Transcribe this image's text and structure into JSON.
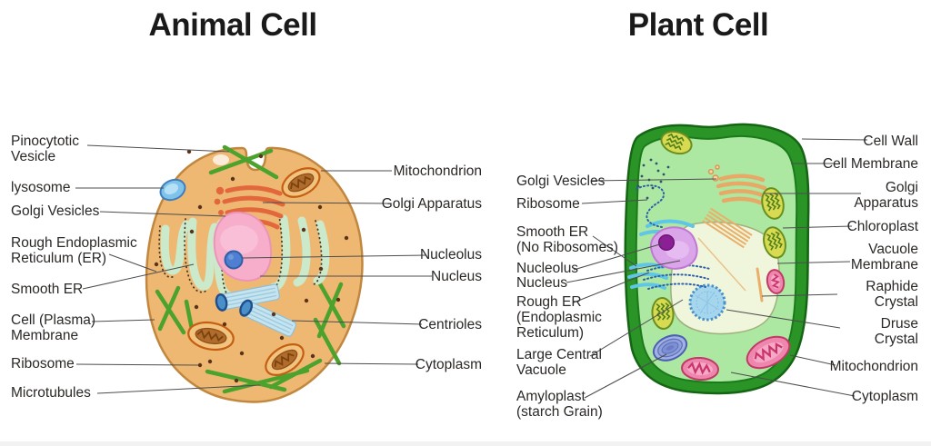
{
  "animal": {
    "title": "Animal Cell",
    "left_labels": [
      "Pinocytotic\nVesicle",
      "lysosome",
      "Golgi Vesicles",
      "Rough Endoplasmic\nReticulum (ER)",
      "Smooth ER",
      "Cell (Plasma)\nMembrane",
      "Ribosome",
      "Microtubules"
    ],
    "right_labels": [
      "Mitochondrion",
      "Golgi Apparatus",
      "Nucleolus",
      "Nucleus",
      "Centrioles",
      "Cytoplasm"
    ]
  },
  "plant": {
    "title": "Plant Cell",
    "left_labels": [
      "Golgi Vesicles",
      "Ribosome",
      "Smooth ER\n(No Ribosomes)",
      "Nucleolus",
      "Nucleus",
      "Rough ER\n(Endoplasmic\nReticulum)",
      "Large Central\nVacuole",
      "Amyloplast\n(starch Grain)"
    ],
    "right_labels": [
      "Cell Wall",
      "Cell Membrane",
      "Golgi\nApparatus",
      "Chloroplast",
      "Vacuole\nMembrane",
      "Raphide\nCrystal",
      "Druse\nCrystal",
      "Mitochondrion",
      "Cytoplasm"
    ]
  },
  "colors": {
    "animal_body": "#EEB873",
    "animal_border": "#C1873F",
    "animal_nucleus": "#F6AECB",
    "animal_nucleolus": "#4F7FD0",
    "endoplasmic_reticulum": "#CBE9CB",
    "golgi_orange": "#E2683B",
    "microtubule_green": "#4BA22C",
    "plant_wall": "#2A9426",
    "plant_interior": "#ACE8A2",
    "vacuole": "#F0F6DC",
    "plant_nucleus": "#DAA6E9",
    "plant_nucleolus": "#8A1F96",
    "smooth_er_cyan": "#5FC6E8",
    "rough_er_blue": "#2E5FA8",
    "chloroplast": "#D8DA52",
    "plant_mitochondrion": "#EE86AD",
    "amyloplast": "#A3B2E2",
    "crystal_orange": "#E9AF69",
    "leader_line": "#4D4D4F",
    "label_text": "#2B2825"
  }
}
